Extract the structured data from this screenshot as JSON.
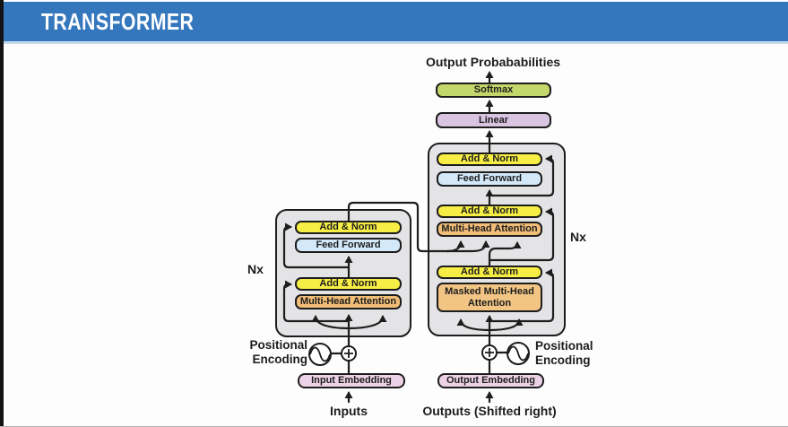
{
  "header": {
    "title": "TRANSFORMER"
  },
  "diagram": {
    "output_label": "Output Probababilities",
    "boxes": {
      "softmax": "Softmax",
      "linear": "Linear",
      "add_norm": "Add & Norm",
      "feed_forward": "Feed Forward",
      "multi_head_attention": "Multi-Head Attention",
      "masked_multi_head_attention": "Masked Multi-Head Attention",
      "input_embedding": "Input Embedding",
      "output_embedding": "Output Embedding"
    },
    "labels": {
      "nx": "Nx",
      "positional_encoding": "Positional\nEncoding",
      "inputs": "Inputs",
      "outputs": "Outputs (Shifted right)"
    },
    "colors": {
      "header_blue": "#3477bd",
      "add_norm_yellow": "#f7ee45",
      "feed_forward_blue": "#d3e8f8",
      "attention_orange": "#f1bd77",
      "masked_attention_orange": "#f2c585",
      "softmax_green": "#c4d76a",
      "linear_purple": "#d9c4e1",
      "embedding_pink": "#edd2e7",
      "container_gray": "#e4e4e6",
      "line_black": "#1d1d1d"
    }
  }
}
